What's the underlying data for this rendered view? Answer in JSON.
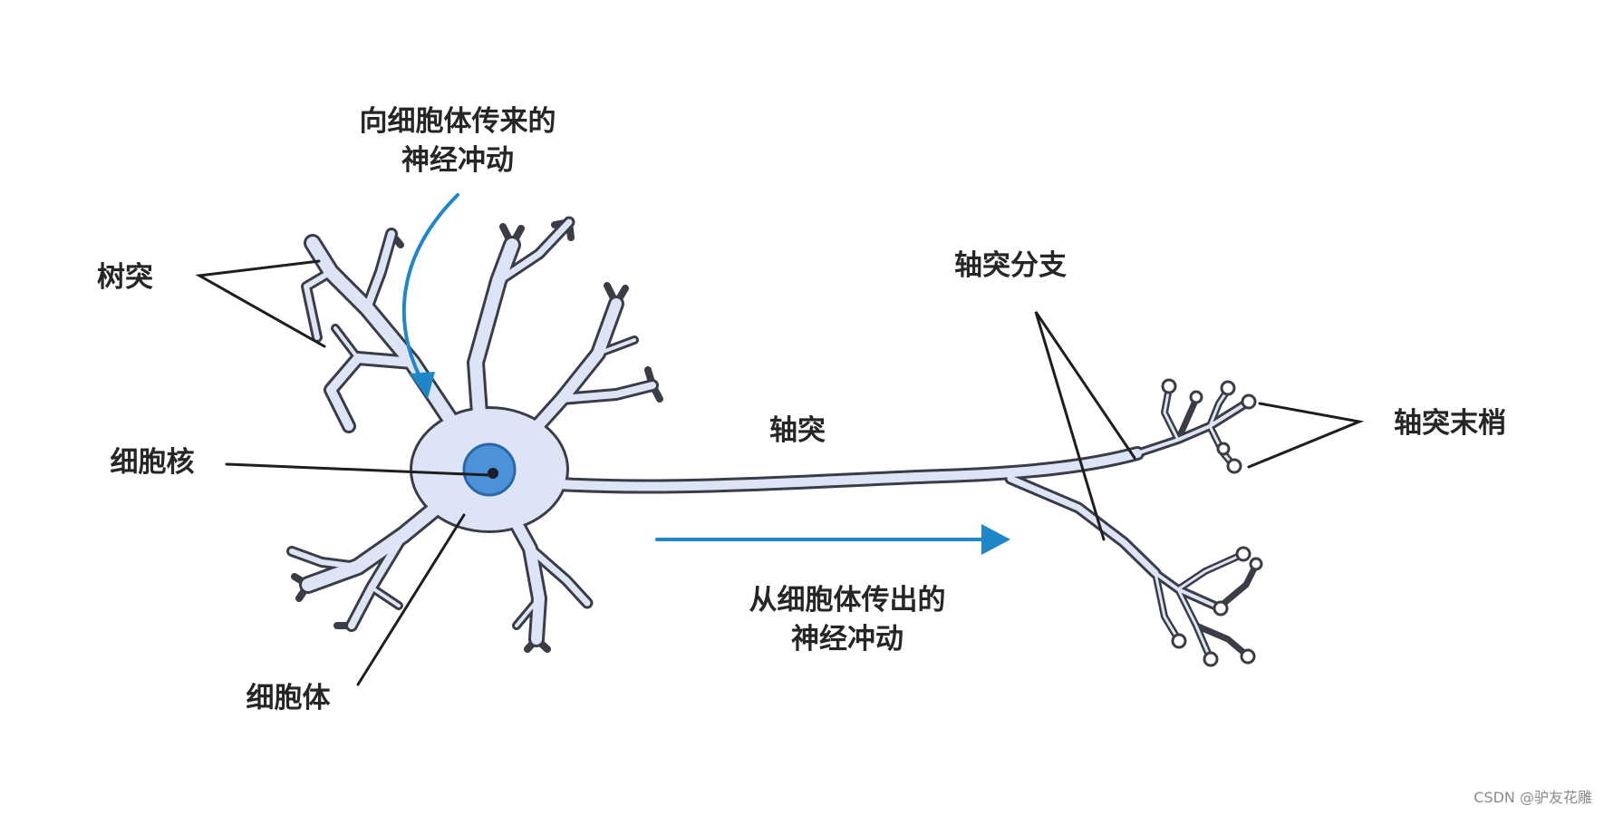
{
  "labels": {
    "dendrite": "树突",
    "impulse_in_line1": "向细胞体传来的",
    "impulse_in_line2": "神经冲动",
    "nucleus": "细胞核",
    "cell_body": "细胞体",
    "axon": "轴突",
    "impulse_out_line1": "从细胞体传出的",
    "impulse_out_line2": "神经冲动",
    "axon_branch": "轴突分支",
    "axon_terminal": "轴突末梢"
  },
  "watermark": "CSDN @驴友花雕",
  "colors": {
    "arrow": "#1f86c9",
    "neuron_fill": "#dde4f5",
    "nucleus_fill": "#4b92d8",
    "outline": "#3a3d46"
  }
}
